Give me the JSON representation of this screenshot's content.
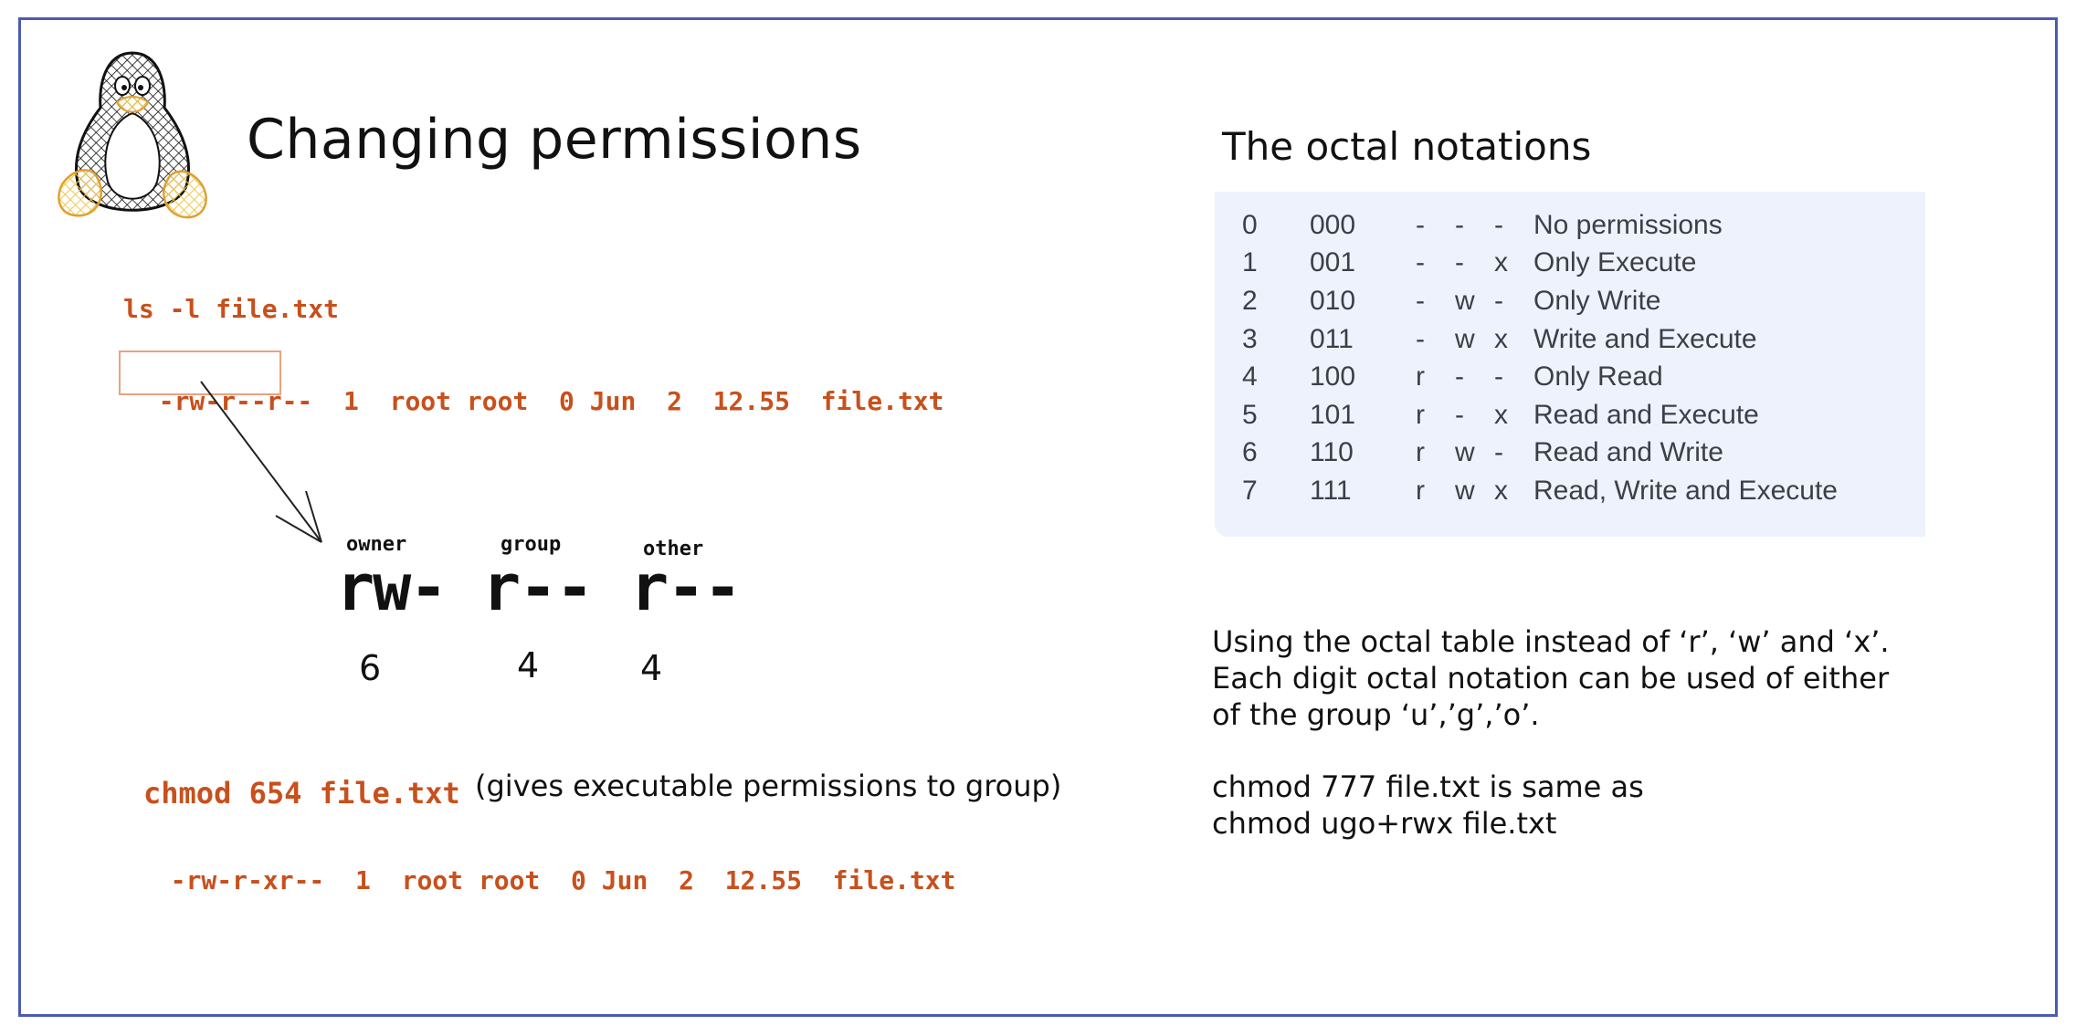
{
  "title": "Changing permissions",
  "command_ls": "ls -l file.txt",
  "listing": {
    "perms": "-rw-r--r--",
    "links": "1",
    "owner": "root",
    "group": "root",
    "size": "0",
    "month": "Jun",
    "day": "2",
    "time": "12.55",
    "file": "file.txt"
  },
  "breakdown": {
    "owner_label": "owner",
    "group_label": "group",
    "other_label": "other",
    "owner_perm": "rw-",
    "group_perm": "r--",
    "other_perm": "r--",
    "owner_digit": "6",
    "group_digit": "4",
    "other_digit": "4"
  },
  "chmod_command": "chmod 654 file.txt",
  "chmod_note": "(gives executable permissions to group)",
  "listing_after": {
    "perms": "-rw-r-xr--",
    "links": "1",
    "owner": "root",
    "group": "root",
    "size": "0",
    "month": "Jun",
    "day": "2",
    "time": "12.55",
    "file": "file.txt"
  },
  "octal_title": "The octal notations",
  "octal_table": [
    {
      "num": "0",
      "bin": "000",
      "r": "-",
      "w": "-",
      "x": "-",
      "desc": "No permissions"
    },
    {
      "num": "1",
      "bin": "001",
      "r": "-",
      "w": "-",
      "x": "x",
      "desc": "Only Execute"
    },
    {
      "num": "2",
      "bin": "010",
      "r": "-",
      "w": "w",
      "x": "-",
      "desc": "Only Write"
    },
    {
      "num": "3",
      "bin": "011",
      "r": "-",
      "w": "w",
      "x": "x",
      "desc": "Write and Execute"
    },
    {
      "num": "4",
      "bin": "100",
      "r": "r",
      "w": "-",
      "x": "-",
      "desc": "Only Read"
    },
    {
      "num": "5",
      "bin": "101",
      "r": "r",
      "w": "-",
      "x": "x",
      "desc": "Read and Execute"
    },
    {
      "num": "6",
      "bin": "110",
      "r": "r",
      "w": "w",
      "x": "-",
      "desc": "Read and Write"
    },
    {
      "num": "7",
      "bin": "111",
      "r": "r",
      "w": "w",
      "x": "x",
      "desc": "Read, Write and Execute"
    }
  ],
  "note_lines": [
    "Using the octal table instead of ‘r’, ‘w’ and ‘x’.",
    "Each digit octal notation can be used of either",
    "of the group ‘u’,’g’,’o’."
  ],
  "equiv_lines": [
    "chmod 777 file.txt  is same as",
    "chmod ugo+rwx file.txt"
  ],
  "colors": {
    "frame": "#4a5cb0",
    "accent_orange": "#c8501c",
    "table_bg": "#eef2fd",
    "penguin_yellow": "#f2c84b"
  },
  "icons": {
    "logo": "tux-penguin-icon",
    "pointer": "arrow-icon"
  }
}
